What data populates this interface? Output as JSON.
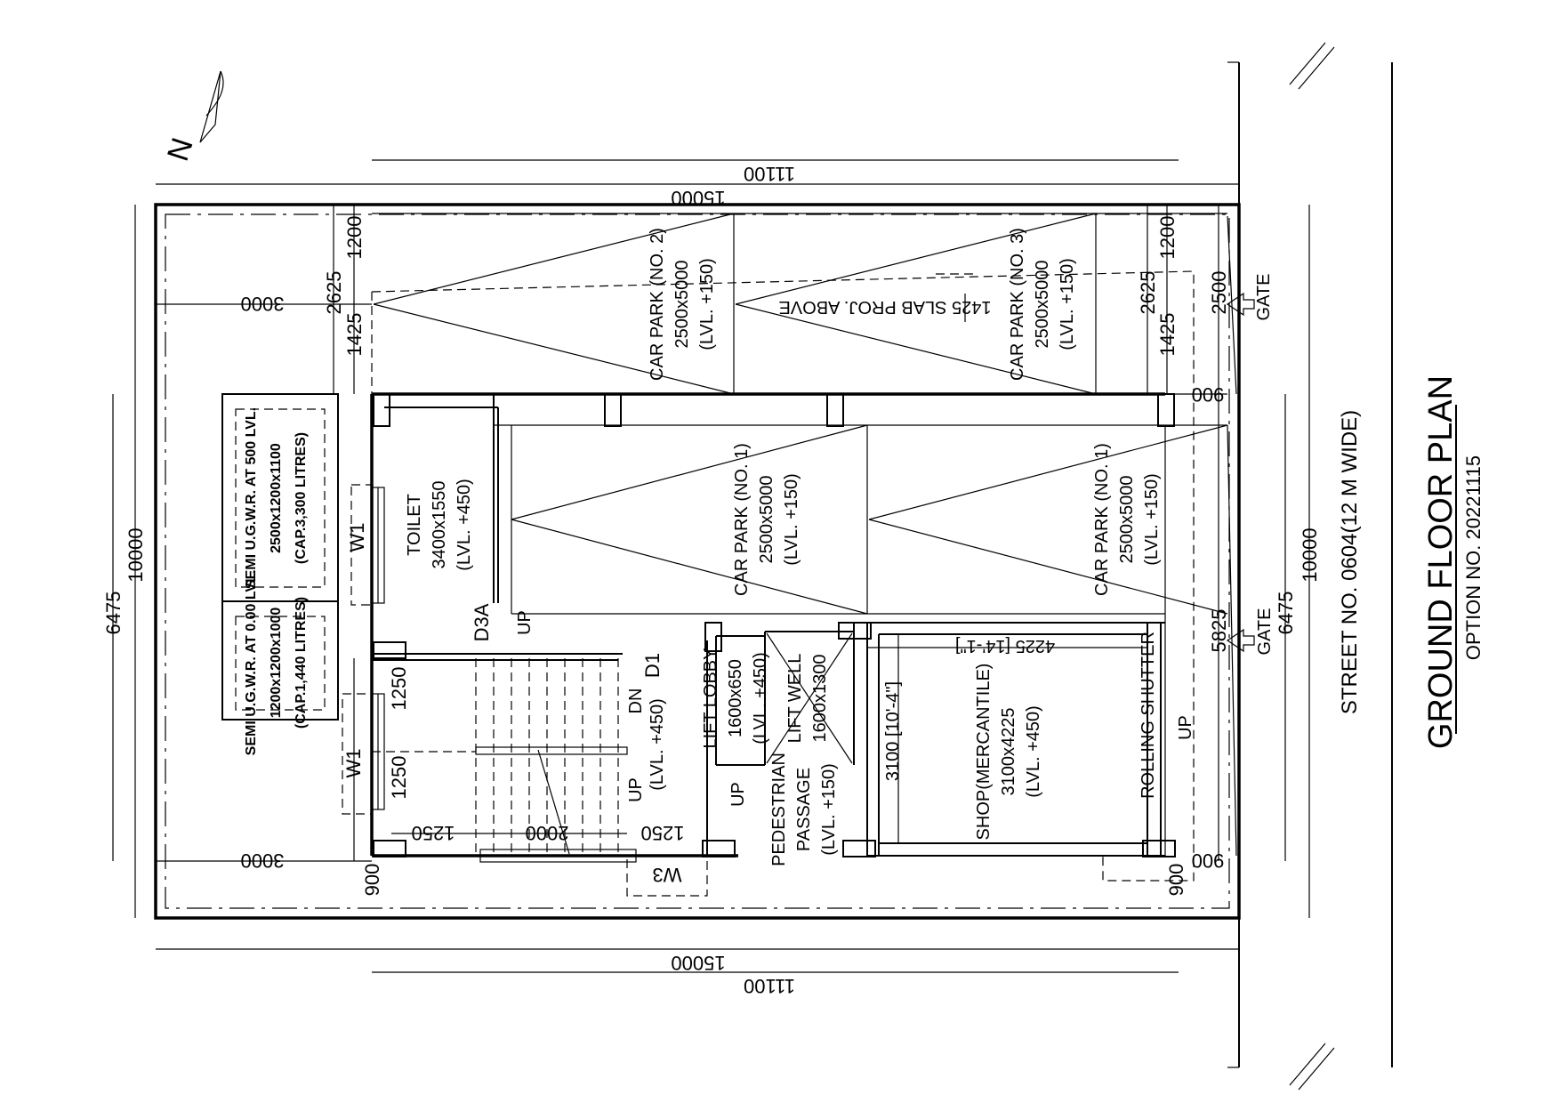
{
  "title": "GROUND FLOOR PLAN",
  "option": "OPTION NO. 20221115",
  "street": "STREET NO. 0604(12 M WIDE)",
  "north_label": "N",
  "gate_label": "GATE",
  "rooms": {
    "car_park_2": [
      "CAR PARK (NO. 2)",
      "2500x5000",
      "(LVL. +150)"
    ],
    "car_park_3": [
      "CAR PARK (NO. 3)",
      "2500x5000",
      "(LVL. +150)"
    ],
    "car_park_1a": [
      "CAR PARK (NO. 1)",
      "2500x5000",
      "(LVL. +150)"
    ],
    "car_park_1b": [
      "CAR PARK (NO. 1)",
      "2500x5000",
      "(LVL. +150)"
    ],
    "toilet": [
      "TOILET",
      "3400x1550",
      "(LVL. +450)"
    ],
    "lift_lobby": [
      "LIFT LOBBY",
      "1600x650",
      "(LVL. +450)"
    ],
    "lift_well": [
      "LIFT WELL",
      "1600x1300"
    ],
    "pedestrian": [
      "PEDESTRIAN",
      "PASSAGE",
      "(LVL. +150)"
    ],
    "shop": [
      "SHOP(MERCANTILE)",
      "3100x4225",
      "(LVL. +450)"
    ],
    "stair_lvl": "(LVL. +450)",
    "rolling_shutter": "ROLLING SHUTTER",
    "slab_note": "1425 SLAB PROJ. ABOVE",
    "tank_500": [
      "SEMI U.G.W.R. AT 500 LVL.",
      "2500x1200x1100",
      "(CAP.3,300 LITRES)"
    ],
    "tank_000": [
      "SEMI U.G.W.R. AT 0.00 LVL.",
      "1200x1200x1000",
      "(CAP.1,440 LITRES)"
    ]
  },
  "openings": {
    "w1": "W1",
    "w3": "W3",
    "d1": "D1",
    "d3a": "D3A",
    "up": "UP",
    "dn": "DN"
  },
  "dimensions": {
    "d15000": "15000",
    "d11100": "11100",
    "d10000": "10000",
    "d6475": "6475",
    "d3000": "3000",
    "d2625": "2625",
    "d1425": "1425",
    "d1200": "1200",
    "d900": "900",
    "d2500": "2500",
    "d5825": "5825",
    "d1250": "1250",
    "d2000": "2000",
    "d3100": "3100 [10'-4\"]",
    "d4225": "4225 [14'-1\"]"
  }
}
